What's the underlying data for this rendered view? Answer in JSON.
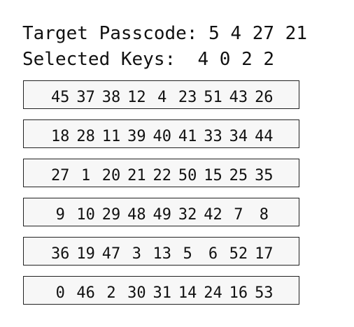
{
  "status": {
    "target_label": "Target Passcode:",
    "target_value": "5 4 27 21",
    "selected_label": "Selected Keys:",
    "selected_value": "4 0 2 2"
  },
  "rows": [
    [
      "45",
      "37",
      "38",
      "12",
      "4",
      "23",
      "51",
      "43",
      "26"
    ],
    [
      "18",
      "28",
      "11",
      "39",
      "40",
      "41",
      "33",
      "34",
      "44"
    ],
    [
      "27",
      "1",
      "20",
      "21",
      "22",
      "50",
      "15",
      "25",
      "35"
    ],
    [
      "9",
      "10",
      "29",
      "48",
      "49",
      "32",
      "42",
      "7",
      "8"
    ],
    [
      "36",
      "19",
      "47",
      "3",
      "13",
      "5",
      "6",
      "52",
      "17"
    ],
    [
      "0",
      "46",
      "2",
      "30",
      "31",
      "14",
      "24",
      "16",
      "53"
    ]
  ]
}
